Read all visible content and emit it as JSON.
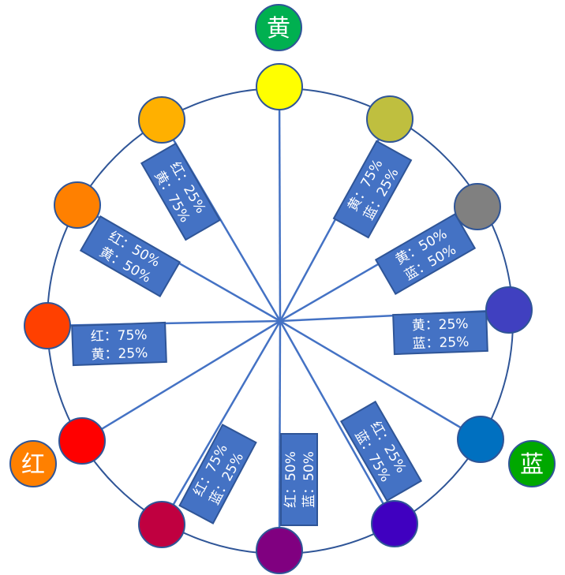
{
  "primaries": [
    {
      "label": "黄",
      "color": "#00B050"
    },
    {
      "label": "蓝",
      "color": "#00A800"
    },
    {
      "label": "红",
      "color": "#FF8000"
    }
  ],
  "wheel_colors": [
    "#FFFF00",
    "#BFBF3F",
    "#808080",
    "#4040C0",
    "#0070C0",
    "#4000C0",
    "#800080",
    "#C00040",
    "#FF0000",
    "#FF4000",
    "#FF8000",
    "#FFB000"
  ],
  "mix_labels": [
    {
      "line1": "红：25%",
      "line2": "黄：75%"
    },
    {
      "line1": "红：50%",
      "line2": "黄：50%"
    },
    {
      "line1": "红：75%",
      "line2": "黄：25%"
    },
    {
      "line1": "黄：75%",
      "line2": "蓝：25%"
    },
    {
      "line1": "黄：50%",
      "line2": "蓝：50%"
    },
    {
      "line1": "黄：25%",
      "line2": "蓝：25%"
    },
    {
      "line1": "红：75%",
      "line2": "蓝：25%"
    },
    {
      "line1": "红：50%",
      "line2": "蓝：50%"
    },
    {
      "line1": "红：25%",
      "line2": "蓝：75%"
    }
  ],
  "box_color": "#4472C4",
  "line_color": "#4472C4",
  "ring_color": "#2F5597"
}
